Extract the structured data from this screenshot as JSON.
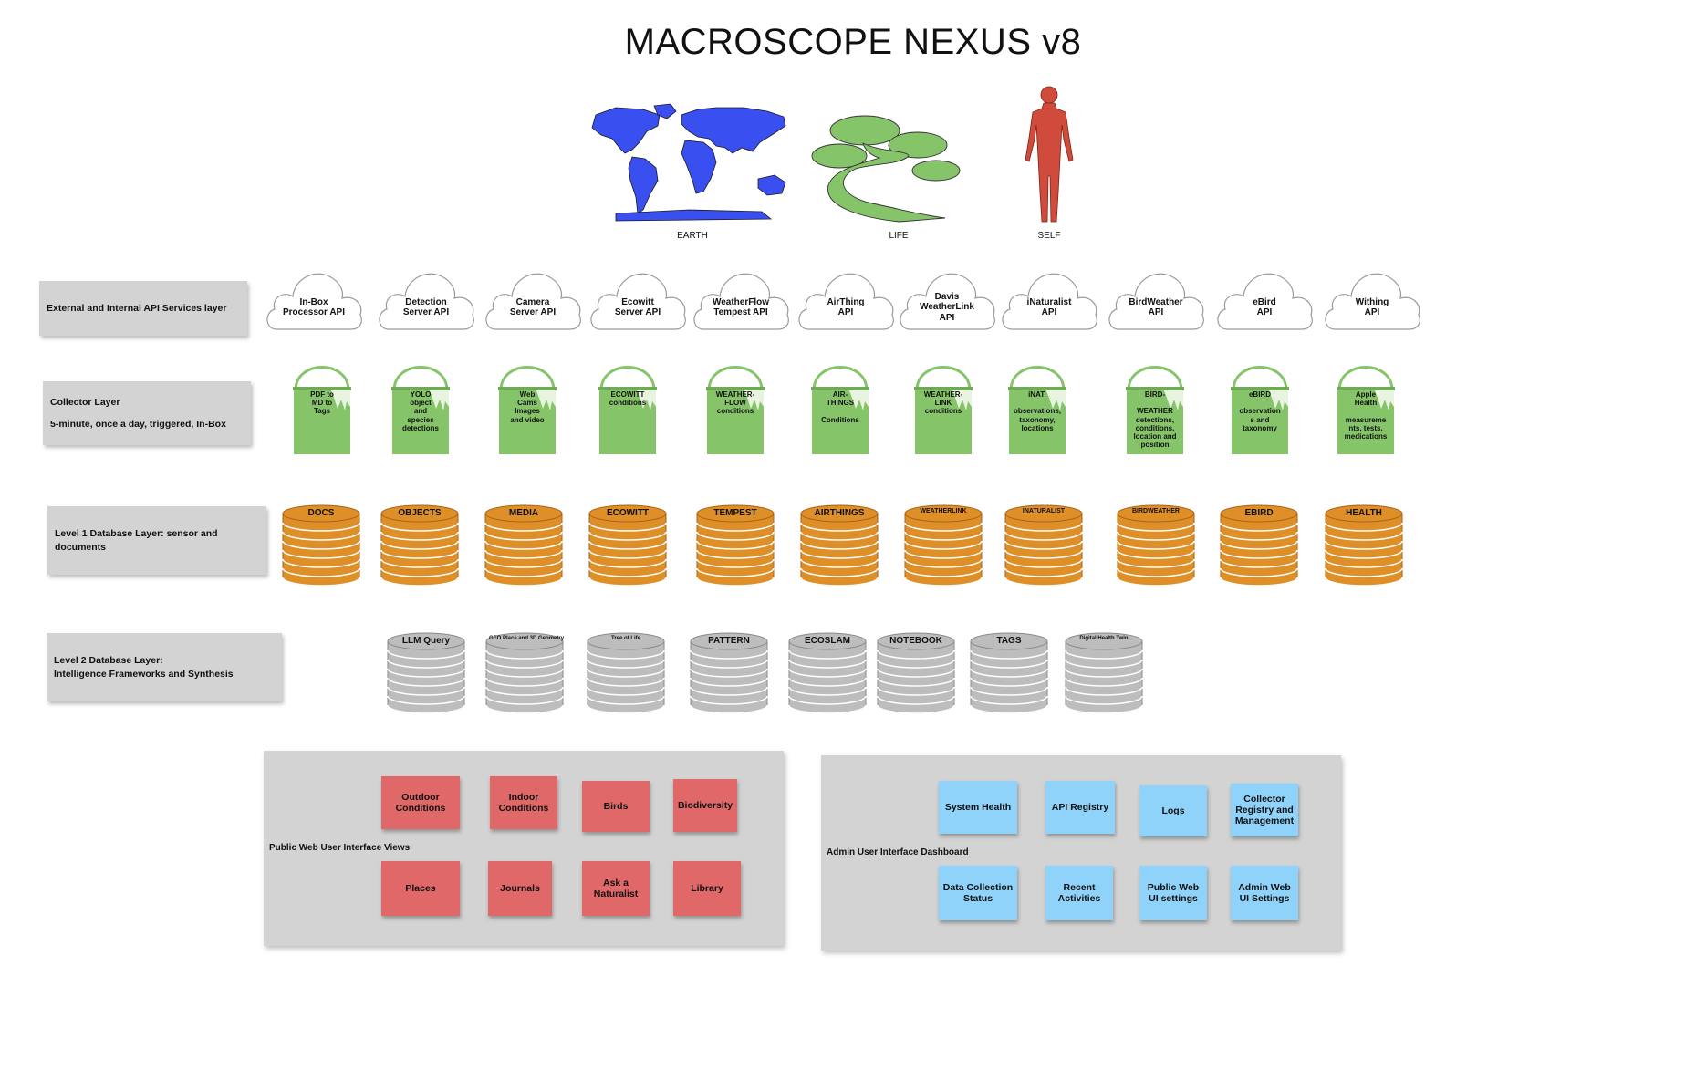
{
  "title": "MACROSCOPE NEXUS v8",
  "illustrations": [
    {
      "label": "EARTH",
      "icon": "world-map-icon",
      "color": "#3a4ff0"
    },
    {
      "label": "LIFE",
      "icon": "bonsai-tree-icon",
      "color": "#86c46a"
    },
    {
      "label": "SELF",
      "icon": "human-figure-icon",
      "color": "#d04b3c"
    }
  ],
  "layers": {
    "api": "External and Internal API Services layer",
    "collector": "Collector Layer",
    "collector_sub": "5-minute, once a day, triggered, In-Box",
    "level1": "Level 1 Database Layer: sensor and documents",
    "level2": "Level 2 Database Layer:\nIntelligence Frameworks and Synthesis"
  },
  "apis": [
    "In-Box\nProcessor API",
    "Detection\nServer API",
    "Camera\nServer API",
    "Ecowitt\nServer API",
    "WeatherFlow\nTempest API",
    "AirThing\nAPI",
    "Davis\nWeatherLink\nAPI",
    "iNaturalist\nAPI",
    "BirdWeather\nAPI",
    "eBird\nAPI",
    "Withing\nAPI"
  ],
  "collectors": [
    "PDF to\nMD to\nTags",
    "YOLO\nobject\nand\nspecies\ndetections",
    "Web\nCams\nImages\nand video",
    "ECOWITT\nconditions",
    "WEATHER-\nFLOW\nconditions",
    "AIR-\nTHINGS\n\nConditions",
    "WEATHER-\nLINK\nconditions",
    "iNAT:\n\nobservations,\ntaxonomy,\nlocations",
    "BIRD-\n\nWEATHER\ndetections,\nconditions,\nlocation and\nposition",
    "eBIRD\n\nobservation\ns and\ntaxonomy",
    "Apple\nHealth\n\nmeasureme\nnts, tests,\nmedications"
  ],
  "level1_dbs": [
    "DOCS",
    "OBJECTS",
    "MEDIA",
    "ECOWITT",
    "TEMPEST",
    "AIRTHINGS",
    "WEATHERLINK",
    "INATURALIST",
    "BIRDWEATHER",
    "EBIRD",
    "HEALTH"
  ],
  "level2_dbs": [
    "LLM Query",
    "GEO Place and 3D Geometry",
    "Tree of Life",
    "PATTERN",
    "ECOSLAM",
    "NOTEBOOK",
    "TAGS",
    "Digital Health Twin"
  ],
  "public_panel": {
    "title": "Public Web User Interface Views",
    "items": [
      "Outdoor\nConditions",
      "Indoor\nConditions",
      "Birds",
      "Biodiversity",
      "Places",
      "Journals",
      "Ask a\nNaturalist",
      "Library"
    ]
  },
  "admin_panel": {
    "title": "Admin User Interface Dashboard",
    "items": [
      "System Health",
      "API Registry",
      "Logs",
      "Collector\nRegistry and\nManagement",
      "Data Collection\nStatus",
      "Recent\nActivities",
      "Public Web\nUI settings",
      "Admin Web\nUI Settings"
    ]
  },
  "colors": {
    "cloud_stroke": "#9a9a9a",
    "bucket": "#86c46a",
    "db_level1": "#de8f28",
    "db_level2": "#bdbdbd",
    "sticky_red": "#e06868",
    "sticky_blue": "#8fd3fb"
  }
}
